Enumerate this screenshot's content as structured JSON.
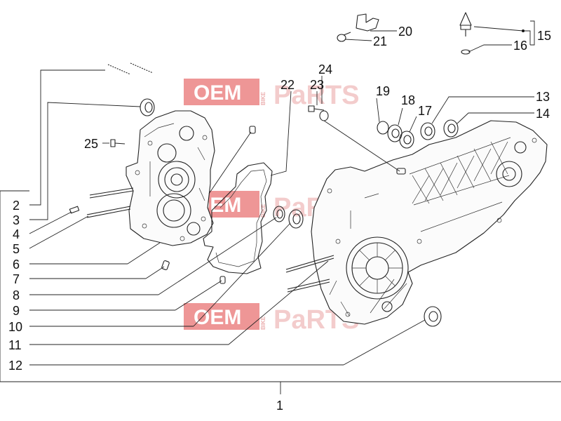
{
  "diagram": {
    "callouts": [
      "1",
      "2",
      "3",
      "4",
      "5",
      "6",
      "7",
      "8",
      "9",
      "10",
      "11",
      "12",
      "13",
      "14",
      "15",
      "16",
      "17",
      "18",
      "19",
      "20",
      "21",
      "22",
      "23",
      "24",
      "25"
    ]
  },
  "watermark": {
    "oem": "OEM",
    "bike": "BIKE",
    "parts": "PaRTS",
    "colors": {
      "box": "#e87878",
      "text_light": "#f2c4c4",
      "box_text": "#ffffff"
    }
  }
}
